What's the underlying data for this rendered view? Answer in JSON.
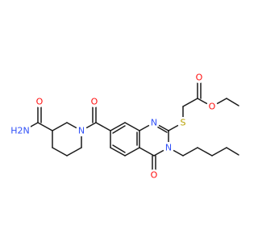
{
  "structure": {
    "atoms": {
      "n_ring_1": "N",
      "n_ring_2": "N",
      "n_piperidine": "N",
      "s_thioether": "S",
      "o_amide": "O",
      "o_ring_carbonyl": "O",
      "o_ester_ether": "O",
      "o_ester_carbonyl": "O",
      "o_carboxamide": "O",
      "nh2_carboxamide": "H2N"
    },
    "colors": {
      "nitrogen": "#3050f8",
      "oxygen": "#ff0d0d",
      "sulfur": "#b8a000",
      "bond": "#1a1a1a"
    }
  }
}
